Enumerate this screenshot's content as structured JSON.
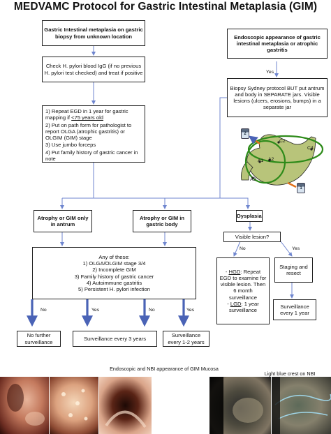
{
  "title": "MEDVAMC Protocol for Gastric Intestinal Metaplasia (GIM)",
  "boxes": {
    "start": "Gastric Intestinal metaplasia on gastric biopsy from unknown location",
    "check": "Check H. pylori blood IgG (if no previous H. pylori test checked) and treat if positive",
    "steps": {
      "s1a": "1) Repeat EGD in 1 year for gastric mapping if",
      "s1b": "<75 years old",
      "s2": "2) Put on path form for pathologist to report OLGA (atrophic gastritis) or OLGIM (GIM) stage",
      "s3": "3) Use jumbo forceps",
      "s4": "4) Put family history of gastric cancer in note"
    },
    "endoscopic": "Endoscopic appearance of gastric intestinal metaplasia or atrophic gastritis",
    "sydney": "Biopsy Sydney protocol BUT put antrum and body in SEPARATE jars. Visible lesions (ulcers, erosions, bumps) in a separate jar",
    "antrum": "Atrophy or GIM only in antrum",
    "body": "Atrophy or GIM in gastric body",
    "dysplasia": "Dysplasia",
    "criteria": {
      "heading": "Any of these:",
      "c1": "1) OLGA/OLGIM stage 3/4",
      "c2": "2) Incomplete GIM",
      "c3": "3) Family history of gastric cancer",
      "c4": "4) Autoimmune gastritis",
      "c5": "5) Persistent H. pylori infection"
    },
    "visible": "Visible lesion?",
    "hgd": {
      "hgd_label": "HGD",
      "hgd_text": ": Repeat EGD to examine for visible lesion. Then 6 month surveillance",
      "lgd_label": "LGD",
      "lgd_text": ": 1 year surveillance",
      "dash1": "- ",
      "dash2": "- "
    },
    "staging": "Staging and resect",
    "out_none": "No further surveillance",
    "out_3yr": "Surveillance every 3 years",
    "out_1_2yr": "Surveillance every 1-2 years",
    "out_1yr": "Surveillance every 1 year"
  },
  "labels": {
    "yes_top": "Yes",
    "no_1": "No",
    "yes_1": "Yes",
    "no_2": "No",
    "yes_2": "Yes",
    "no_vis": "No",
    "yes_vis": "Yes"
  },
  "stomach": {
    "region_c2": "C2",
    "region_c4": "C4",
    "region_a1": "A1",
    "region_a2": "A2",
    "region_a3": "A3",
    "jar_top": "2",
    "jar_bottom": "1"
  },
  "captions": {
    "endo": "Endoscopic and NBI appearance of GIM Mucosa",
    "nbi": "Light blue crest on NBI"
  },
  "colors": {
    "arrow_blue": "#4a63b6",
    "thin_blue": "#6f86cf",
    "green": "#2e8b1a",
    "stomach": "#b8c47a",
    "orange": "#e0701a"
  }
}
